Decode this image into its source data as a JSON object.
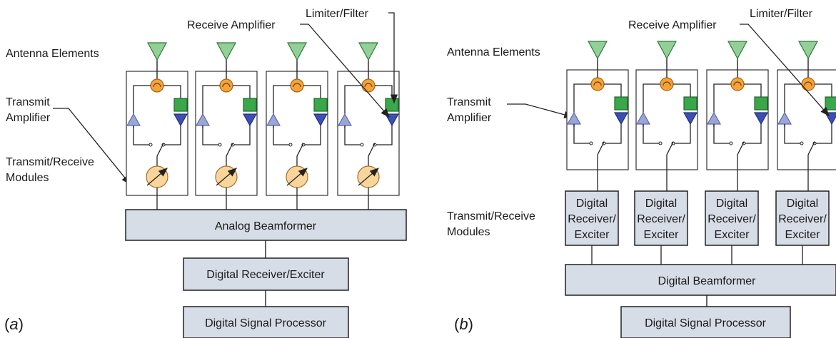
{
  "panel_a": {
    "caption": "a",
    "labels": {
      "antenna_elements": "Antenna Elements",
      "transmit_amplifier_line1": "Transmit",
      "transmit_amplifier_line2": "Amplifier",
      "trm_line1": "Transmit/Receive",
      "trm_line2": "Modules",
      "receive_amplifier": "Receive Amplifier",
      "limiter_filter": "Limiter/Filter"
    },
    "analog_beamformer": "Analog Beamformer",
    "digital_receiver_exciter": "Digital Receiver/Exciter",
    "digital_signal_processor": "Digital Signal Processor"
  },
  "panel_b": {
    "caption": "b",
    "labels": {
      "antenna_elements": "Antenna Elements",
      "transmit_amplifier_line1": "Transmit",
      "transmit_amplifier_line2": "Amplifier",
      "trm_line1": "Transmit/Receive",
      "trm_line2": "Modules",
      "receive_amplifier": "Receive Amplifier",
      "limiter_filter": "Limiter/Filter"
    },
    "dre_lines": [
      "Digital",
      "Receiver/",
      "Exciter"
    ],
    "digital_beamformer": "Digital Beamformer",
    "digital_signal_processor": "Digital Signal Processor"
  },
  "colors": {
    "antenna": "#93cf98",
    "circulator": "#f2a33a",
    "limiter": "#3aa74a",
    "receive_amp": "#3b4fb5",
    "transmit_amp": "#9aa6d6",
    "phase_shifter": "#f9d59b",
    "box_fill": "#d7dde6"
  }
}
